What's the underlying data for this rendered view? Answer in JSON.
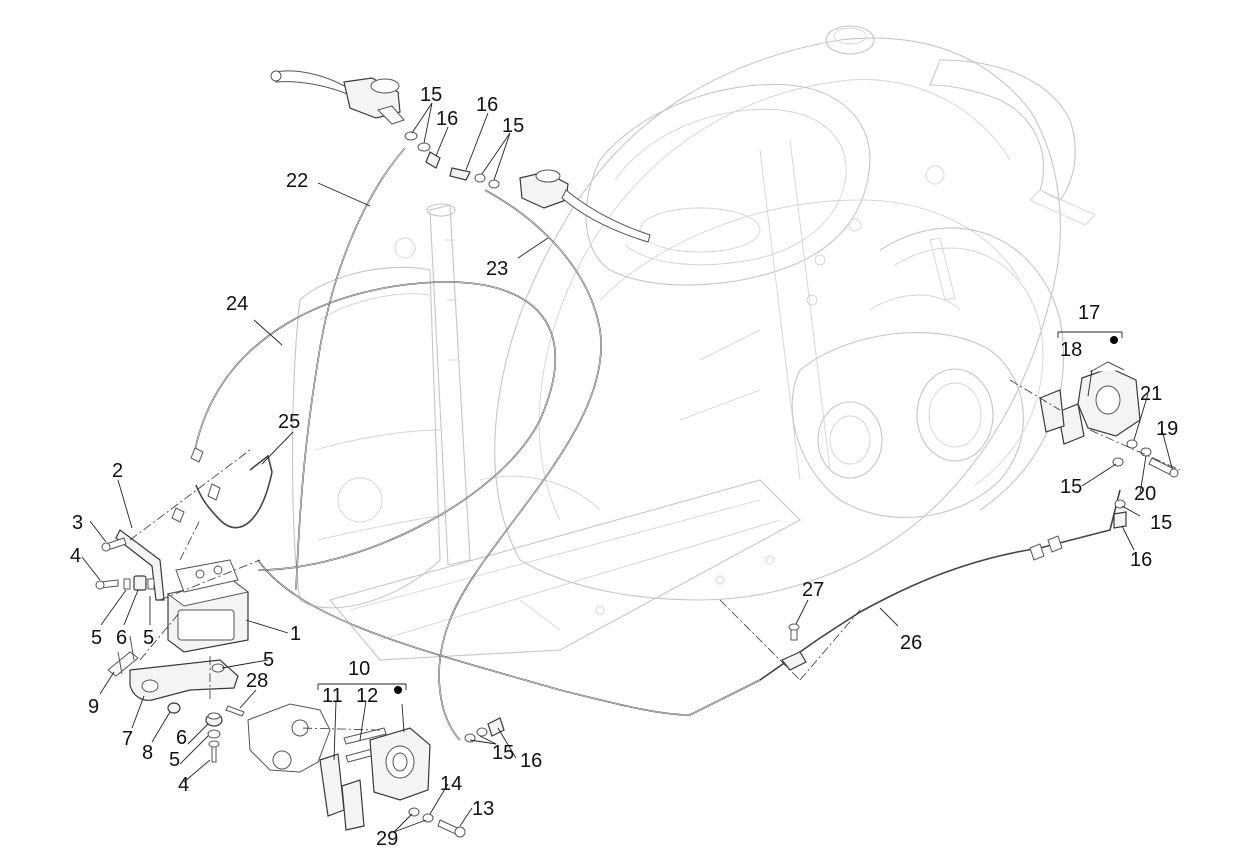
{
  "callouts": {
    "c1": "1",
    "c2": "2",
    "c3": "3",
    "c4a": "4",
    "c4b": "4",
    "c5a": "5",
    "c5b": "5",
    "c5c": "5",
    "c5d": "5",
    "c6a": "6",
    "c6b": "6",
    "c7": "7",
    "c8": "8",
    "c9": "9",
    "c10": "10",
    "c11": "11",
    "c12": "12",
    "c13": "13",
    "c14": "14",
    "c15a": "15",
    "c15b": "15",
    "c15c": "15",
    "c15d": "15",
    "c15e": "15",
    "c16a": "16",
    "c16b": "16",
    "c16c": "16",
    "c16d": "16",
    "c17": "17",
    "c18": "18",
    "c19": "19",
    "c20": "20",
    "c21": "21",
    "c22": "22",
    "c23": "23",
    "c24": "24",
    "c25": "25",
    "c26": "26",
    "c27": "27",
    "c28": "28",
    "c29": "29"
  },
  "colors": {
    "linework": "#3a3a3a",
    "frame_ghost": "#c6c6c6",
    "background": "#ffffff",
    "text": "#111111"
  }
}
